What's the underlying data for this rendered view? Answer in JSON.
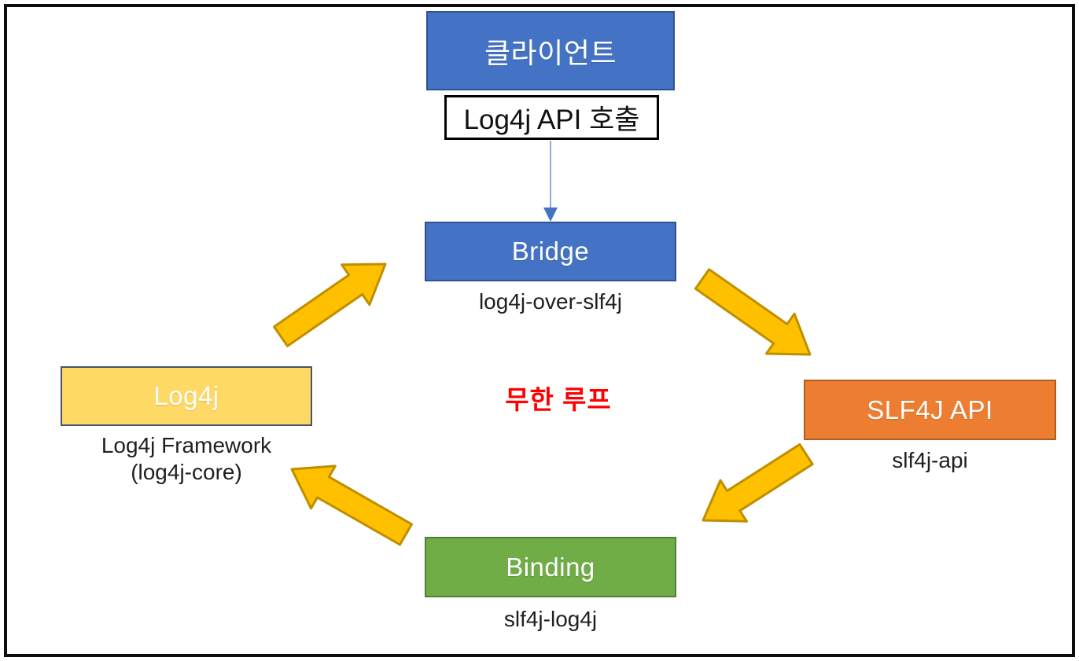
{
  "diagram": {
    "client": {
      "label": "클라이언트"
    },
    "api_call": {
      "label": "Log4j API 호출"
    },
    "nodes": {
      "bridge": {
        "label": "Bridge",
        "sublabel": "log4j-over-slf4j"
      },
      "slf4j_api": {
        "label": "SLF4J API",
        "sublabel": "slf4j-api"
      },
      "binding": {
        "label": "Binding",
        "sublabel": "slf4j-log4j"
      },
      "log4j": {
        "label": "Log4j",
        "sublabel_line1": "Log4j Framework",
        "sublabel_line2": "(log4j-core)"
      }
    },
    "center_label": {
      "text": "무한 루프"
    },
    "cycle_edges": [
      {
        "from": "log4j",
        "to": "bridge"
      },
      {
        "from": "bridge",
        "to": "slf4j_api"
      },
      {
        "from": "slf4j_api",
        "to": "binding"
      },
      {
        "from": "binding",
        "to": "log4j"
      }
    ],
    "colors": {
      "client_fill": "#4472C4",
      "client_border": "#2F528F",
      "bridge_fill": "#4472C4",
      "bridge_border": "#2F528F",
      "slf4j_fill": "#ED7D31",
      "slf4j_border": "#AC5D20",
      "binding_fill": "#70AD47",
      "binding_border": "#507E32",
      "log4j_fill": "#FFD966",
      "log4j_border": "#44546A",
      "center_text": "#FF0000",
      "arrow_fill": "#FFC000",
      "arrow_stroke": "#BF8F00",
      "connector_line": "#8FAADC",
      "connector_head": "#4472C4"
    }
  }
}
